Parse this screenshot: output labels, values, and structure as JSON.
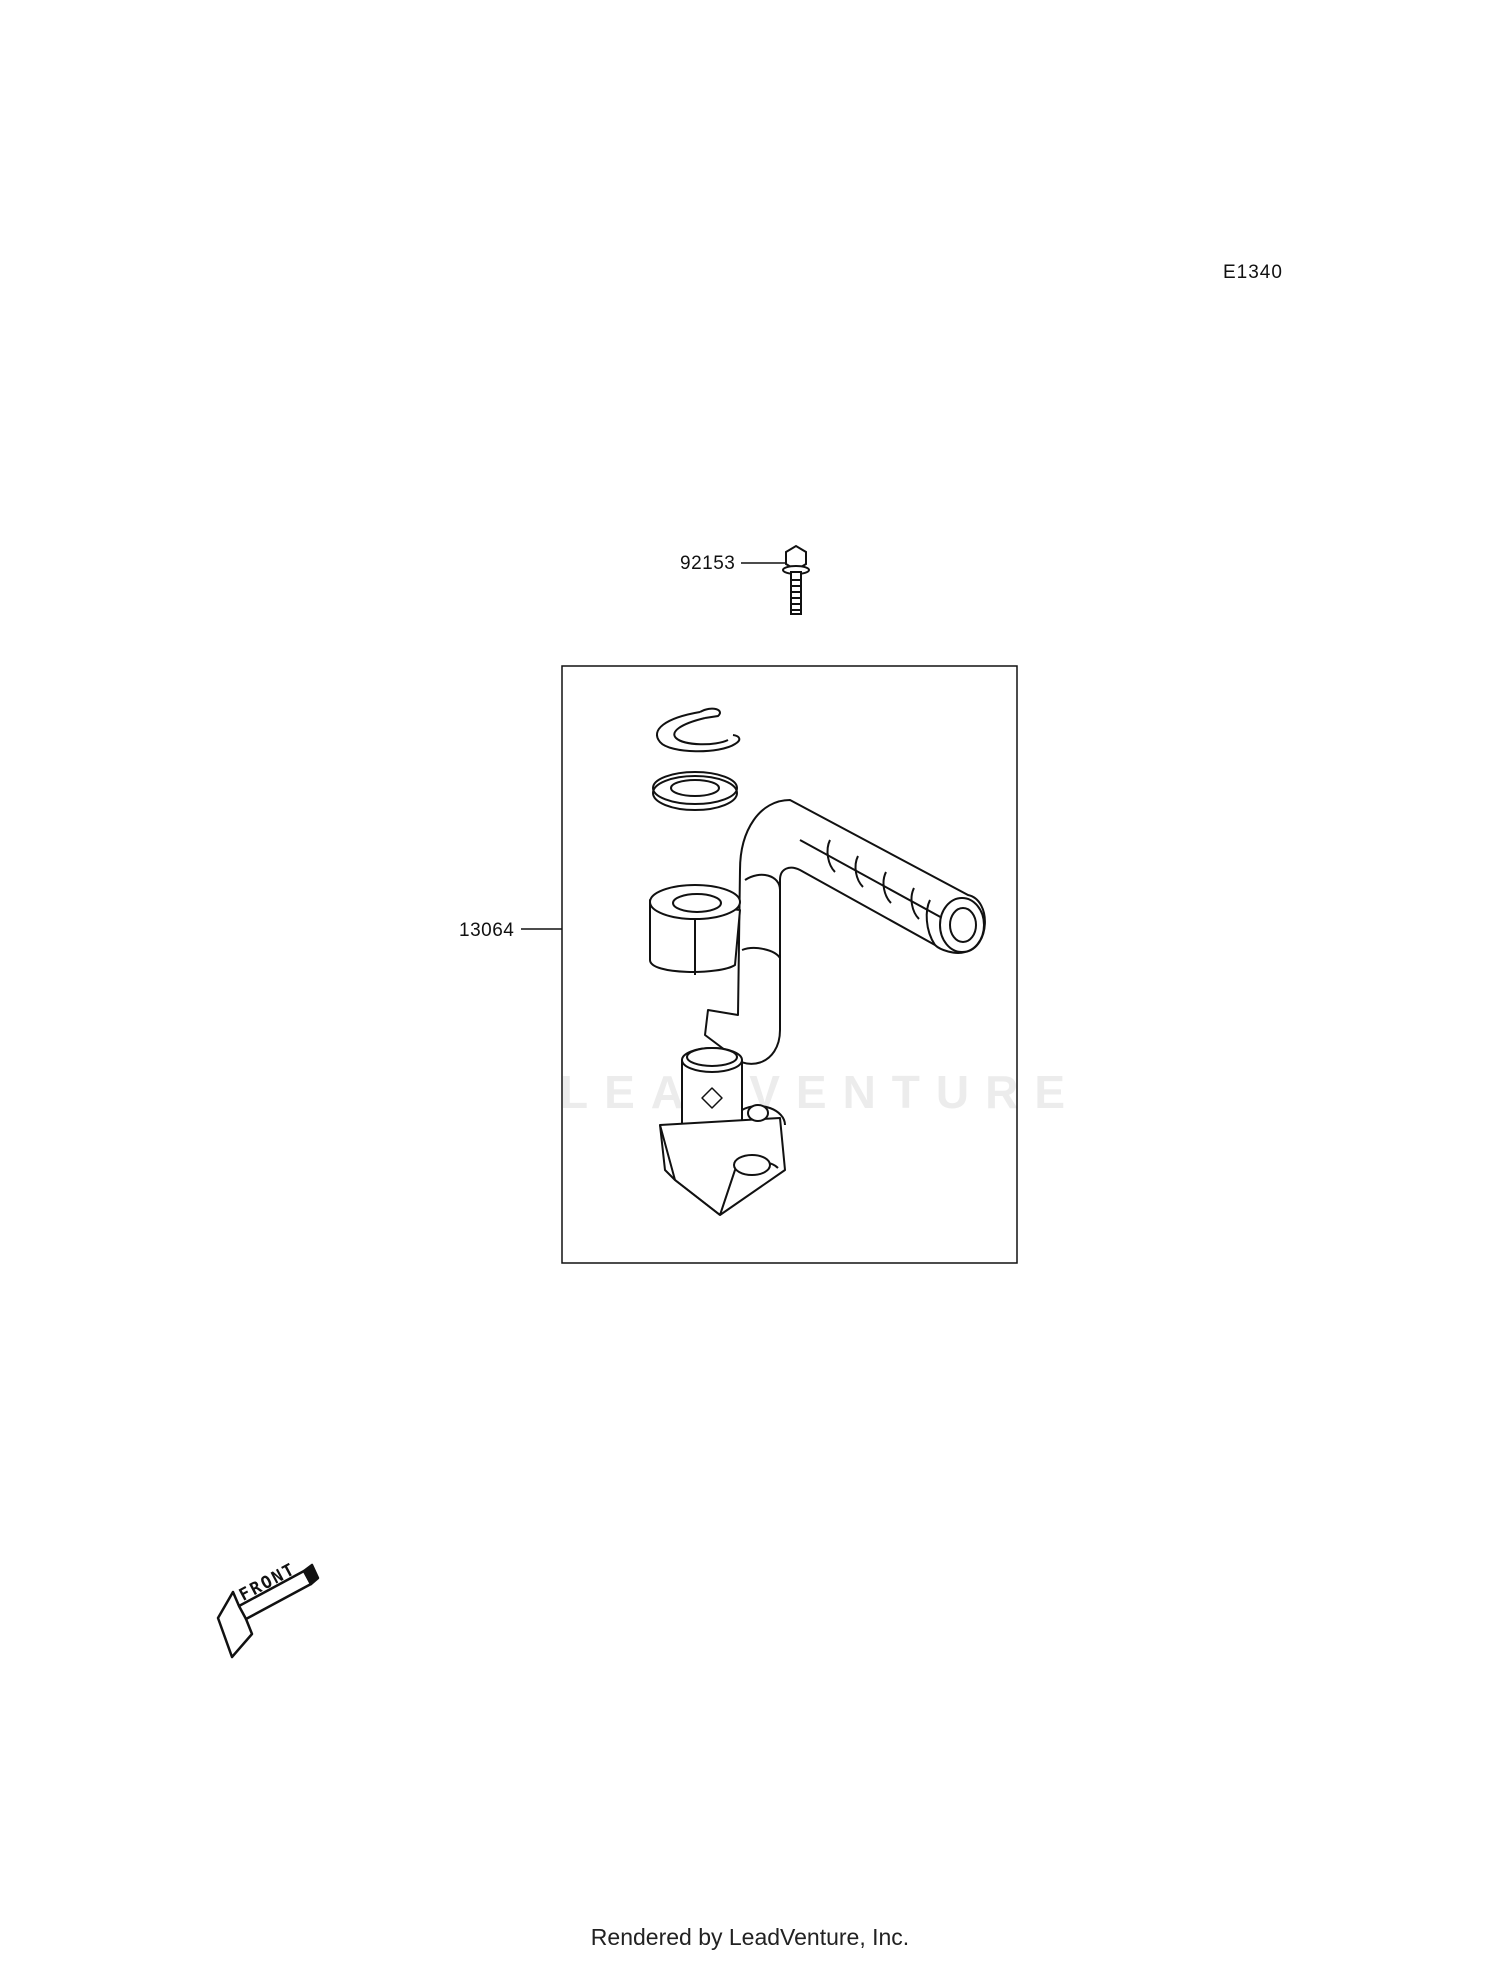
{
  "diagram": {
    "id": "E1340",
    "parts": [
      {
        "number": "92153",
        "item": "bolt"
      },
      {
        "number": "13064",
        "item": "kick-pedal-assembly"
      }
    ]
  },
  "watermark": "LEADVENTURE",
  "front_indicator": "FRONT",
  "footer": "Rendered by LeadVenture, Inc."
}
